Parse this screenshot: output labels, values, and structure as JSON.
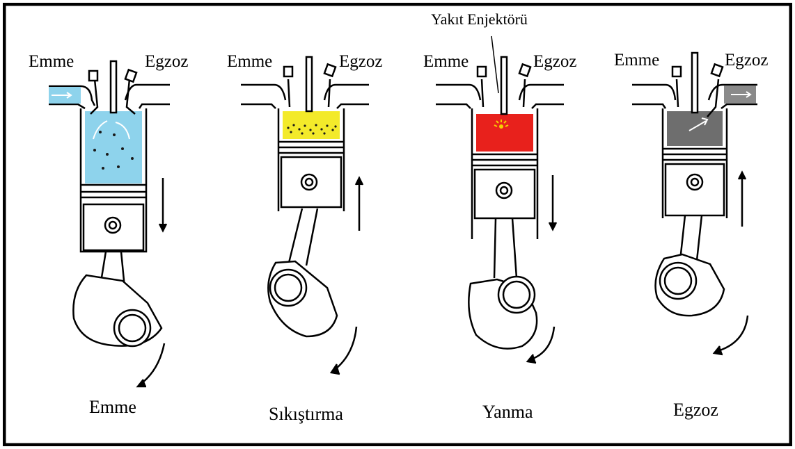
{
  "panels": [
    {
      "intake_label": "Emme",
      "exhaust_label": "Egzoz",
      "caption": "Emme",
      "fill": "#8ed3ec"
    },
    {
      "intake_label": "Emme",
      "exhaust_label": "Egzoz",
      "caption": "Sıkıştırma",
      "fill": "#f3ea2a"
    },
    {
      "intake_label": "Emme",
      "exhaust_label": "Egzoz",
      "caption": "Yanma",
      "fill": "#e8211c"
    },
    {
      "intake_label": "Emme",
      "exhaust_label": "Egzoz",
      "caption": "Egzoz",
      "fill": "#6e6e6e"
    }
  ],
  "injector_label": "Yakıt Enjektörü",
  "colors": {
    "frame": "#000000",
    "intake_air": "#8ed3ec",
    "particles": "#1a1a1a",
    "spark": "#f5d000"
  }
}
